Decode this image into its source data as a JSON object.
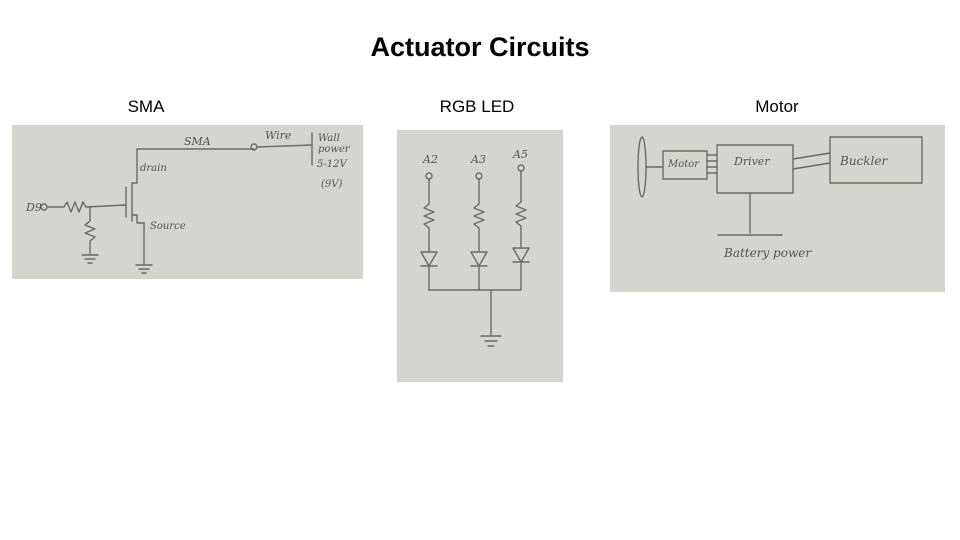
{
  "slide": {
    "title": "Actuator Circuits"
  },
  "panels": {
    "sma": {
      "caption": "SMA",
      "sketch_labels": {
        "sma": "SMA",
        "wire": "Wire",
        "wall1": "Wall",
        "wall2": "power",
        "voltage": "5-12V",
        "nine_volt": "(9V)",
        "drain": "drain",
        "source": "Source",
        "pin": "D9"
      }
    },
    "rgb_led": {
      "caption": "RGB LED",
      "sketch_labels": {
        "a1": "A2",
        "a2": "A3",
        "a3": "A5"
      }
    },
    "motor": {
      "caption": "Motor",
      "sketch_labels": {
        "motor": "Motor",
        "driver": "Driver",
        "buckler": "Buckler",
        "battery": "Battery power"
      }
    }
  },
  "colors": {
    "paper": "#d6d4cf",
    "pencil": "#6a6a6a"
  }
}
